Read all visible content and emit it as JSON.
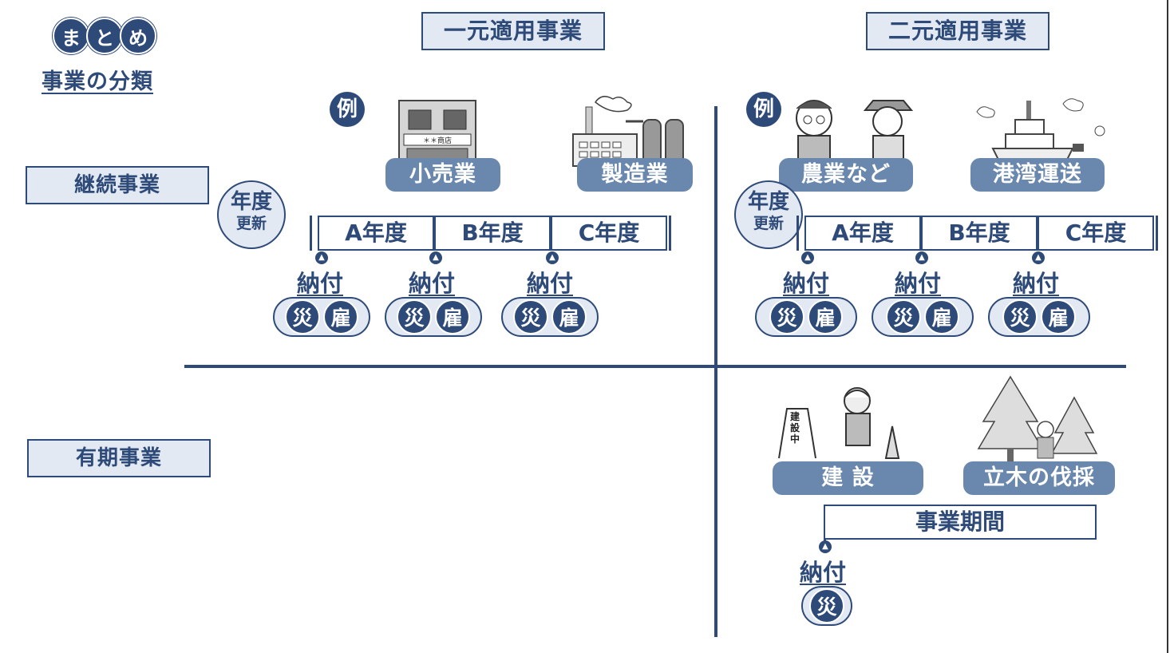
{
  "summary": {
    "badge": [
      "ま",
      "と",
      "め"
    ],
    "title": "事業の分類"
  },
  "columns": {
    "unitary": "一元適用事業",
    "dual": "二元適用事業"
  },
  "rows": {
    "continuous": "継続事業",
    "fixed_term": "有期事業"
  },
  "example_label": "例",
  "industries": {
    "retail": "小売業",
    "manufacturing": "製造業",
    "agriculture": "農業など",
    "port_transport": "港湾運送",
    "construction": "建 設",
    "logging": "立木の伐採"
  },
  "shop_sign": "＊＊商店",
  "construction_sign": [
    "建",
    "設",
    "中"
  ],
  "fiscal_renewal": {
    "main": "年度",
    "sub": "更新"
  },
  "years": [
    "A年度",
    "B年度",
    "C年度"
  ],
  "payment_label": "納付",
  "insurance": {
    "accident": "災",
    "employment": "雇"
  },
  "business_period": "事業期間",
  "colors": {
    "navy": "#2e4a78",
    "pill": "#6a88ae",
    "light": "#e3e9f3"
  }
}
